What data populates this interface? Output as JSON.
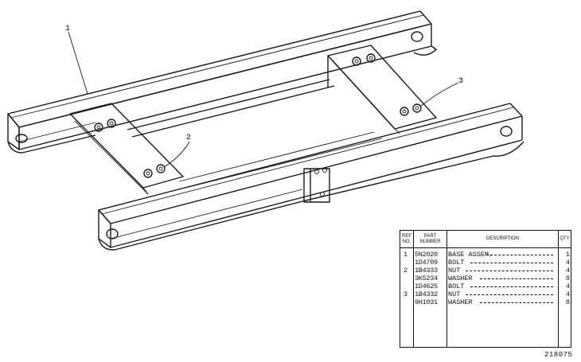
{
  "callouts": [
    {
      "label": "1"
    },
    {
      "label": "2"
    },
    {
      "label": "3"
    }
  ],
  "parts_table": {
    "headers": {
      "ref_no": "REF NO.",
      "part_number": "PART NUMBER",
      "description": "DESCRIPTION",
      "qty": "QTY"
    },
    "rows": [
      {
        "ref": "1",
        "part": "5N2020",
        "desc": "BASE ASSEM.",
        "qty": "1"
      },
      {
        "ref": "",
        "part": "1D4709",
        "desc": "BOLT",
        "qty": "4"
      },
      {
        "ref": "2",
        "part": "1B4333",
        "desc": "NUT",
        "qty": "4"
      },
      {
        "ref": "",
        "part": "3K5234",
        "desc": "WASHER",
        "qty": "8"
      },
      {
        "ref": "",
        "part": "1D4625",
        "desc": "BOLT",
        "qty": "4"
      },
      {
        "ref": "3",
        "part": "1B4332",
        "desc": "NUT",
        "qty": "4"
      },
      {
        "ref": "",
        "part": "9H1031",
        "desc": "WASHER",
        "qty": "8"
      }
    ]
  },
  "drawing_number": "218075"
}
